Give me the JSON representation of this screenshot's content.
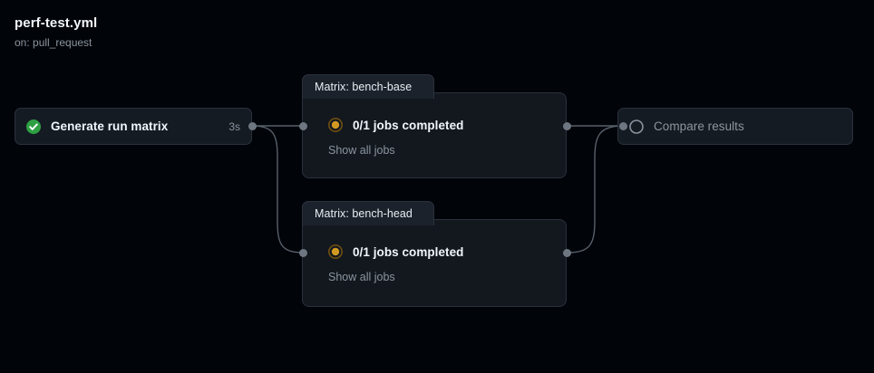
{
  "workflow": {
    "title": "perf-test.yml",
    "trigger": "on: pull_request"
  },
  "colors": {
    "background": "#010409",
    "node_fill": "#151b23",
    "node_border": "#2a313c",
    "group_fill": "#13181f",
    "group_tab_fill": "#1c222b",
    "edge_stroke": "#57606a",
    "handle": "#6e7781",
    "success_green": "#2ea043",
    "in_progress_amber": "#d29922",
    "pending_gray": "#8b949e",
    "text_primary": "#f0f6fc",
    "text_muted": "#8b949e"
  },
  "nodes": [
    {
      "id": "generate-run-matrix",
      "label": "Generate run matrix",
      "status": "success",
      "status_icon": "check-circle-icon",
      "duration": "3s"
    },
    {
      "id": "compare-results",
      "label": "Compare results",
      "status": "pending",
      "status_icon": "pending-circle-icon",
      "duration": ""
    }
  ],
  "groups": [
    {
      "id": "matrix-bench-base",
      "tab_label": "Matrix: bench-base",
      "status": "in_progress",
      "status_icon": "in-progress-circle-icon",
      "summary": "0/1 jobs completed",
      "expand_link": "Show all jobs"
    },
    {
      "id": "matrix-bench-head",
      "tab_label": "Matrix: bench-head",
      "status": "in_progress",
      "status_icon": "in-progress-circle-icon",
      "summary": "0/1 jobs completed",
      "expand_link": "Show all jobs"
    }
  ]
}
